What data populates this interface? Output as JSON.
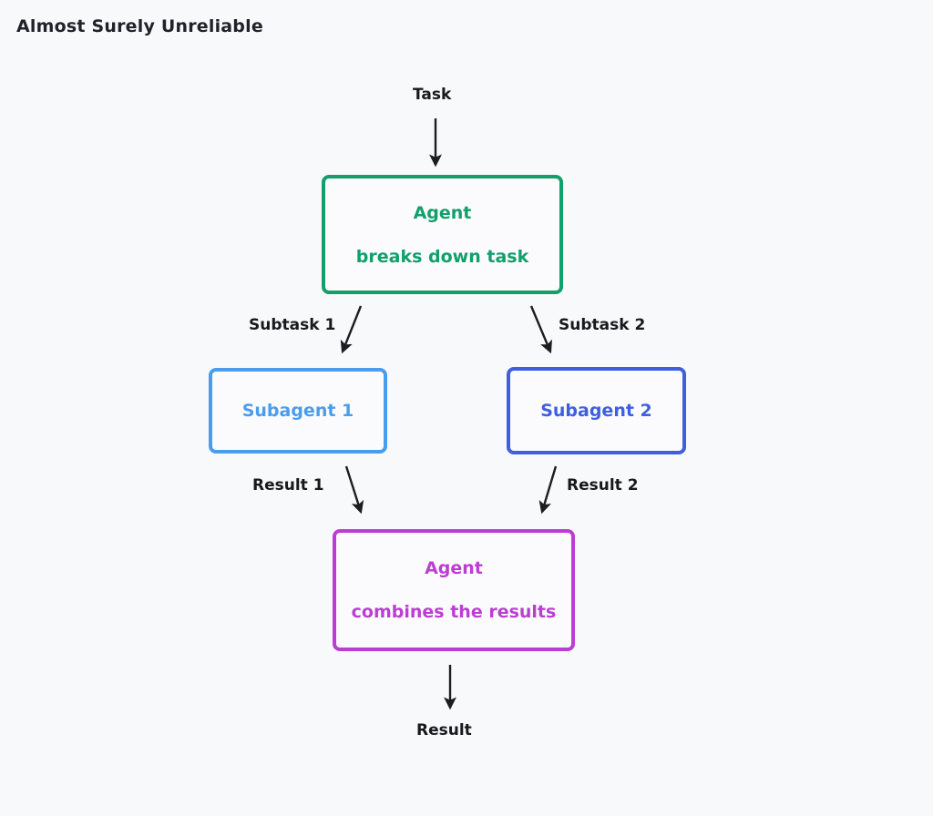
{
  "page": {
    "title": "Almost Surely Unreliable",
    "background_color": "#f8f9fb",
    "text_color": "#17191d"
  },
  "diagram": {
    "type": "flowchart",
    "direction": "top-to-bottom",
    "nodes": [
      {
        "id": "orchestrator",
        "line_1": "Agent",
        "line_2": "breaks down task",
        "color": "#11a06b",
        "color_name": "green"
      },
      {
        "id": "subagent-1",
        "line_1": "Subagent 1",
        "color": "#4a9ded",
        "color_name": "light-blue"
      },
      {
        "id": "subagent-2",
        "line_1": "Subagent 2",
        "color": "#3d5fe0",
        "color_name": "royal-blue"
      },
      {
        "id": "combiner",
        "line_1": "Agent",
        "line_2": "combines the results",
        "color": "#bb3ed2",
        "color_name": "purple"
      }
    ],
    "edges": [
      {
        "id": "edge-task",
        "label": "Task",
        "from": "input",
        "to": "orchestrator"
      },
      {
        "id": "edge-subtask1",
        "label": "Subtask 1",
        "from": "orchestrator",
        "to": "subagent-1"
      },
      {
        "id": "edge-subtask2",
        "label": "Subtask 2",
        "from": "orchestrator",
        "to": "subagent-2"
      },
      {
        "id": "edge-result1",
        "label": "Result 1",
        "from": "subagent-1",
        "to": "combiner"
      },
      {
        "id": "edge-result2",
        "label": "Result 2",
        "from": "subagent-2",
        "to": "combiner"
      },
      {
        "id": "edge-result",
        "label": "Result",
        "from": "combiner",
        "to": "output"
      }
    ],
    "arrow_color": "#1b1d21"
  }
}
